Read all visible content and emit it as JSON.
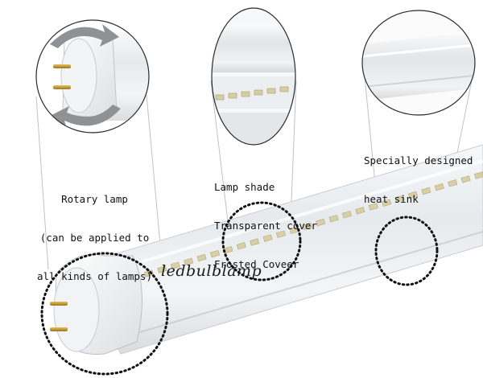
{
  "callouts": {
    "rotary": {
      "lines": [
        "Rotary lamp",
        "(can be applied to",
        "all kinds of lamps)"
      ]
    },
    "shade": {
      "lines": [
        "Lamp shade",
        "Transparent cover",
        "Frosted Coveer"
      ]
    },
    "heatsink": {
      "lines": [
        "Specially designed",
        "heat sink"
      ]
    }
  },
  "watermark": "ledbulblamp",
  "colors": {
    "tube_body": "#eef1f3",
    "end_cap": "#f6f6f6",
    "pin": "#c9a032",
    "led_chip": "#d8cfa8",
    "rotate_arrow": "#8e9295",
    "dotted_ring": "#111111"
  }
}
